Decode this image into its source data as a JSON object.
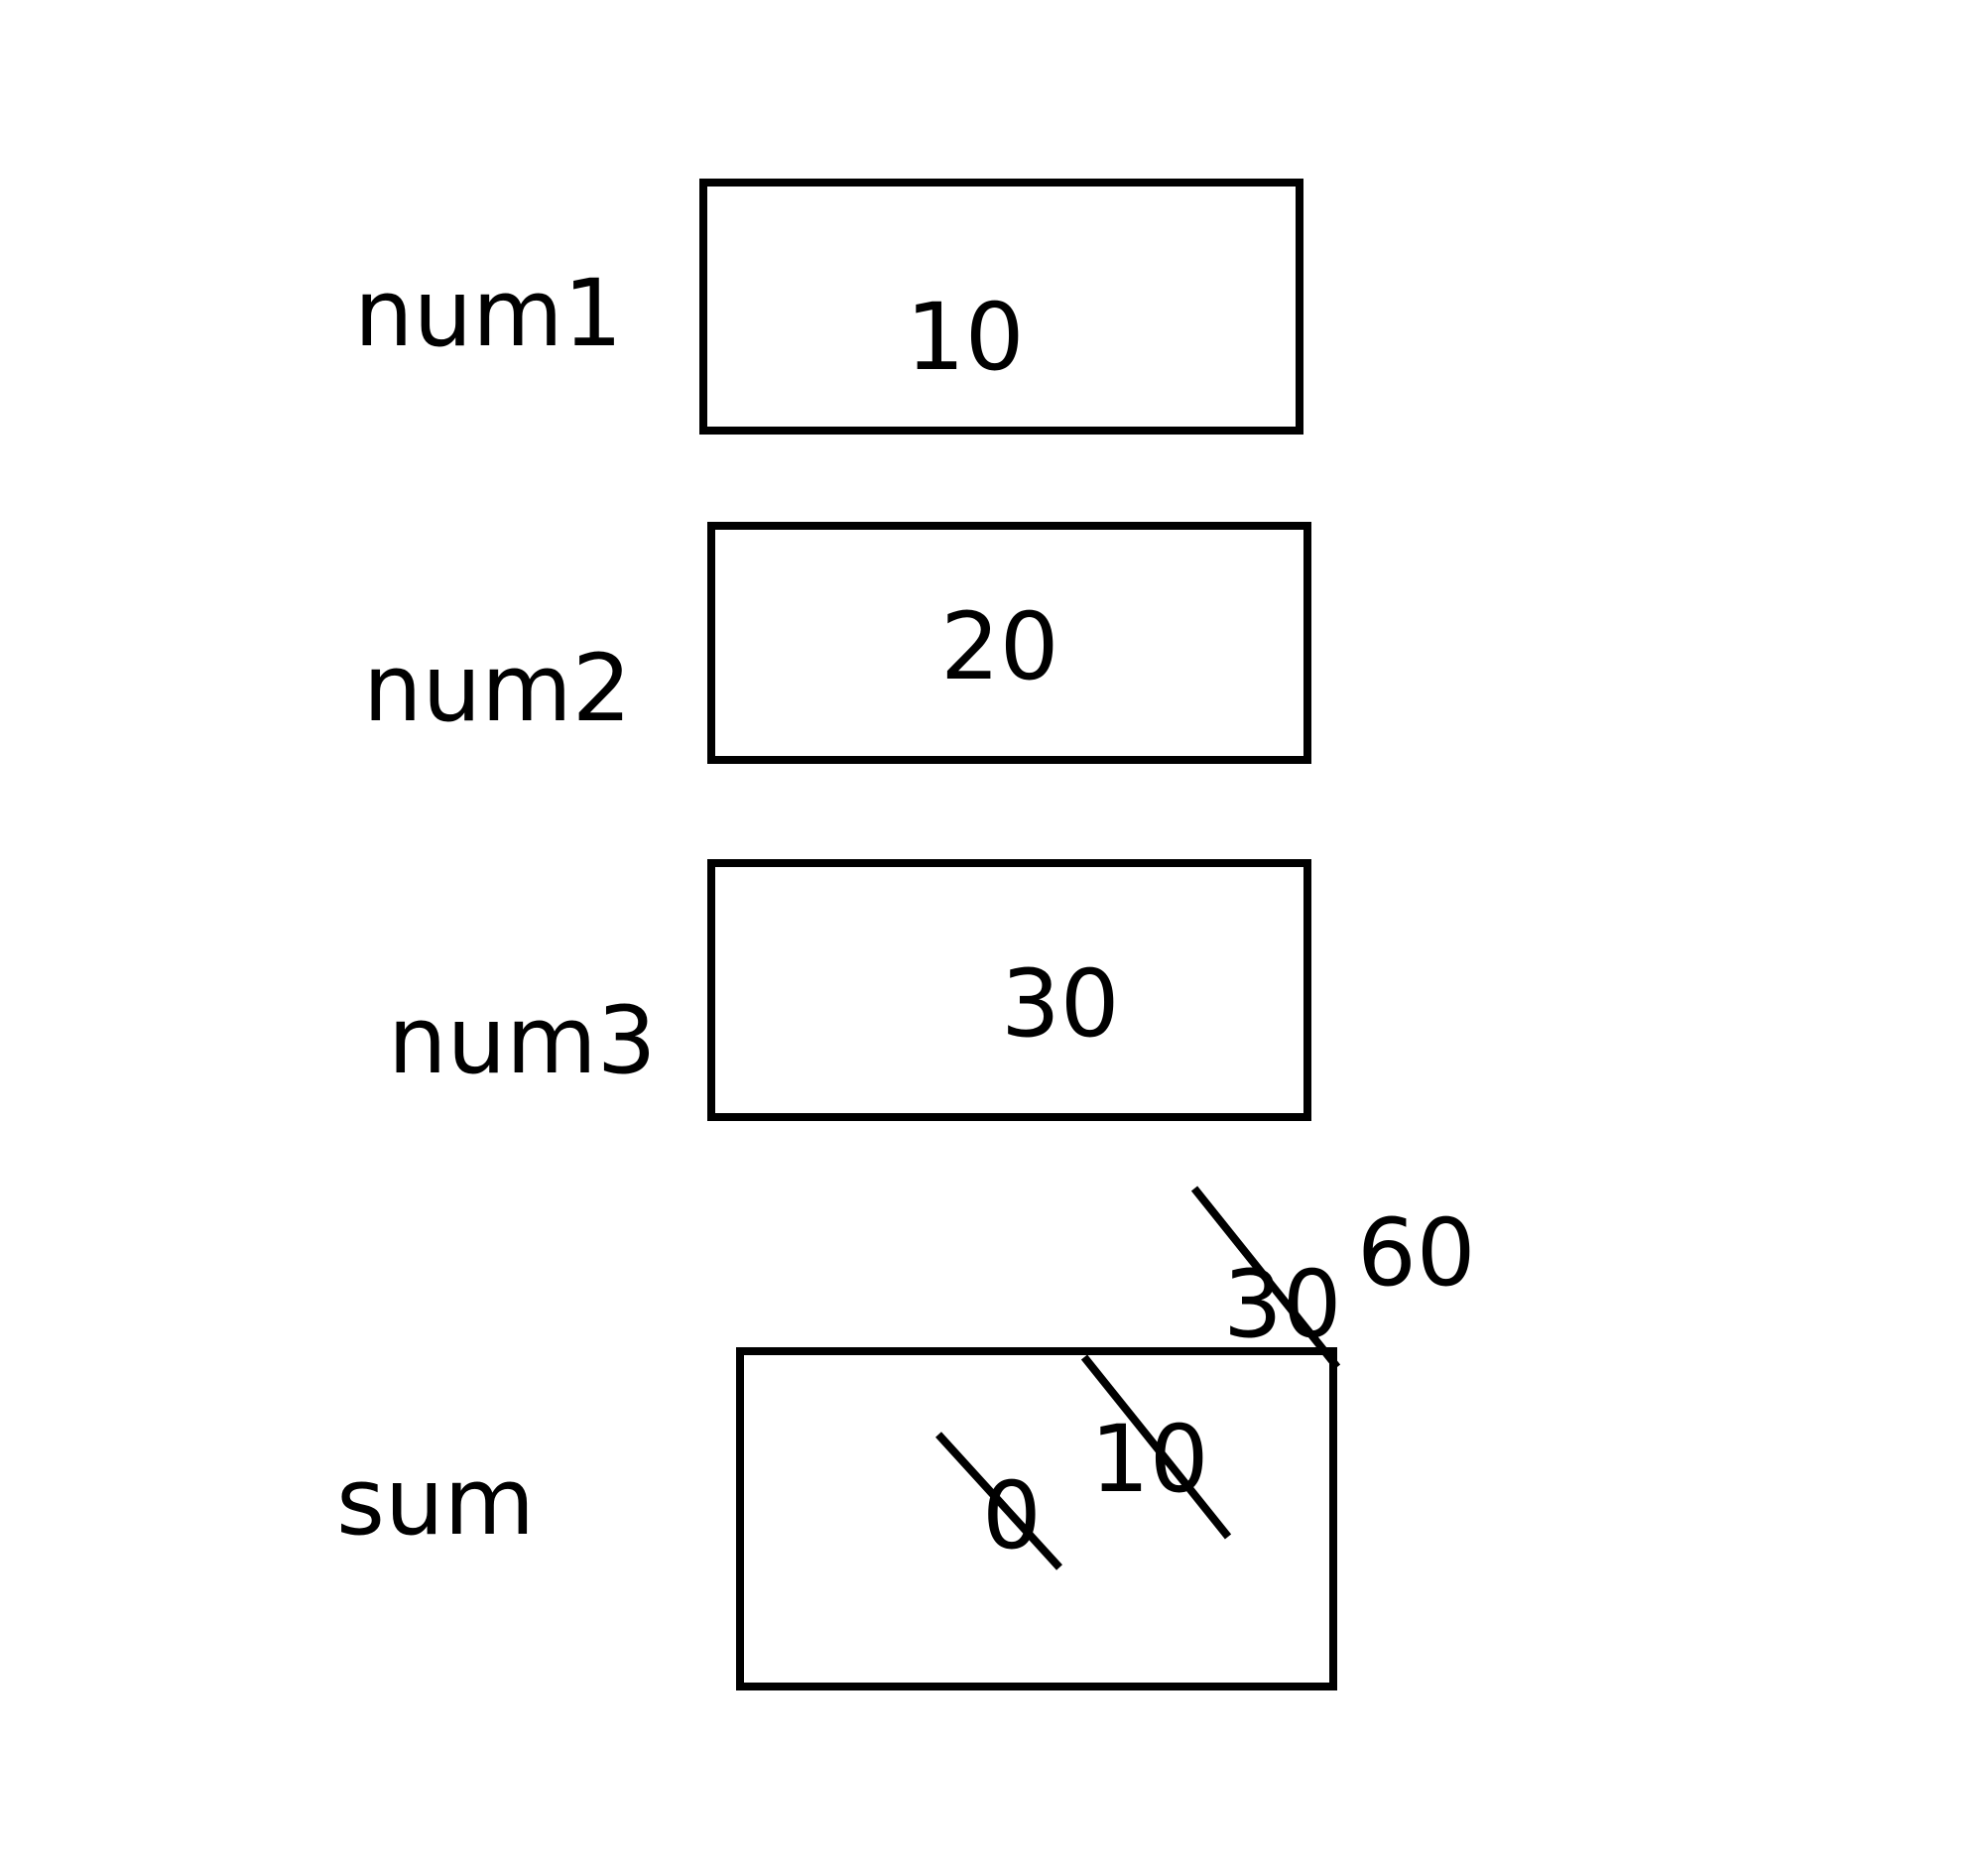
{
  "variables": [
    {
      "name": "num1",
      "value": "10"
    },
    {
      "name": "num2",
      "value": "20"
    },
    {
      "name": "num3",
      "value": "30"
    }
  ],
  "sum": {
    "name": "sum",
    "history": [
      {
        "value": "0",
        "struck": true
      },
      {
        "value": "10",
        "struck": true
      },
      {
        "value": "30",
        "struck": true
      },
      {
        "value": "60",
        "struck": false
      }
    ]
  },
  "colors": {
    "stroke": "#000000",
    "background": "#ffffff"
  }
}
